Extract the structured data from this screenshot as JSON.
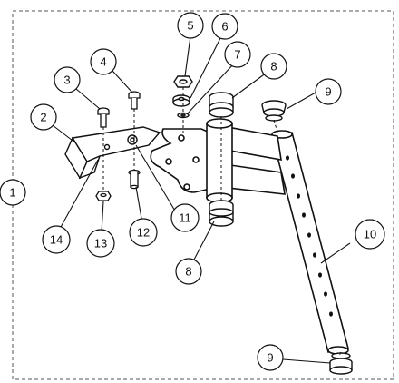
{
  "callouts": {
    "c1": "1",
    "c2": "2",
    "c3": "3",
    "c4": "4",
    "c5": "5",
    "c6": "6",
    "c7": "7",
    "c8a": "8",
    "c8b": "8",
    "c9a": "9",
    "c9b": "9",
    "c10": "10",
    "c11": "11",
    "c12": "12",
    "c13": "13",
    "c14": "14"
  },
  "colors": {
    "line": "#111111",
    "fill": "#ffffff",
    "dash": "#555555"
  }
}
